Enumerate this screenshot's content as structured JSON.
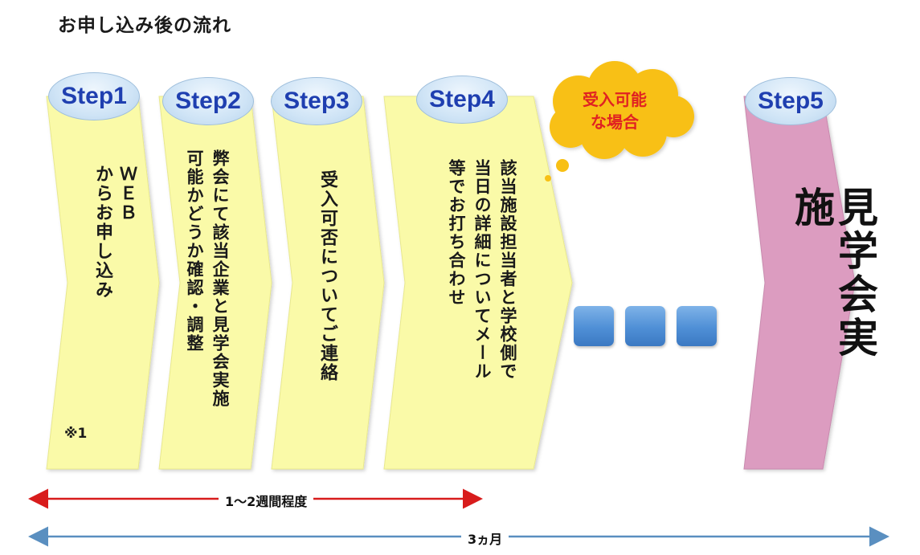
{
  "title": "お申し込み後の流れ",
  "steps": [
    {
      "badge": "Step1",
      "text": "ＷＥＢ\nからお申し込み"
    },
    {
      "badge": "Step2",
      "text": "弊会にて該当企業と見学会実施\n可能かどうか確認・調整"
    },
    {
      "badge": "Step3",
      "text": "受入可否についてご連絡"
    },
    {
      "badge": "Step4",
      "text": "該当施設担当者と学校側で\n当日の詳細についてメール\n等でお打ち合わせ"
    },
    {
      "badge": "Step5",
      "text": "見学会実施"
    }
  ],
  "note": "※1",
  "cloud": {
    "line1": "受入可能",
    "line2": "な場合"
  },
  "span_short": "1～2週間程度",
  "span_long": "3ヵ月",
  "colors": {
    "arrow_yellow": "#fafaa8",
    "arrow_pink": "#dc9cc0",
    "badge_text": "#1f3fb0",
    "cloud": "#f8c014",
    "cloud_text": "#e02222",
    "red_arrow": "#d81c1c",
    "blue_arrow": "#5a8fc0"
  }
}
